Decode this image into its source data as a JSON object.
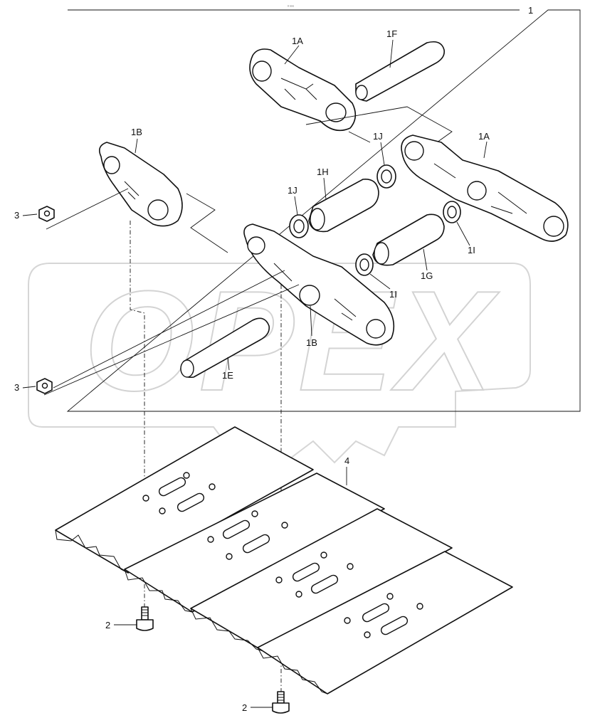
{
  "watermark": {
    "text": "OPEX"
  },
  "header_note": "ᵢᵢ ₀₀₀",
  "callouts": {
    "c1": "1",
    "c1A_top": "1A",
    "c1F": "1F",
    "c1B_top": "1B",
    "c1J_right": "1J",
    "c1A_right": "1A",
    "c1H": "1H",
    "c1J_left": "1J",
    "c1I_right": "1I",
    "c1G": "1G",
    "c1I_left": "1I",
    "c1B_bottom": "1B",
    "c1E": "1E",
    "c3_top": "3",
    "c3_bottom": "3",
    "c4": "4",
    "c2_top": "2",
    "c2_bottom": "2"
  },
  "colors": {
    "line": "#111111",
    "watermark": "#d6d6d6",
    "background": "#ffffff"
  }
}
